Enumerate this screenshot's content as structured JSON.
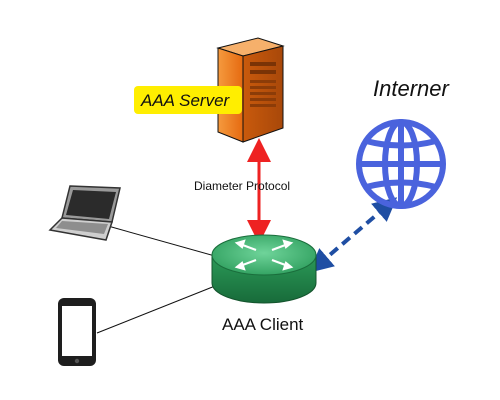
{
  "diagram": {
    "server_label": "AAA Server",
    "internet_label": "Interner",
    "protocol_label": "Diameter Protocol",
    "client_label": "AAA Client"
  },
  "colors": {
    "server_orange": "#f07a1e",
    "server_tag_yellow": "#ffee00",
    "protocol_red": "#ee2222",
    "internet_blue": "#4a63dd",
    "dashed_link_blue": "#1f4ea3",
    "router_green": "#2e9a5a"
  },
  "icons": [
    "server-icon",
    "globe-icon",
    "router-icon",
    "laptop-icon",
    "phone-icon"
  ]
}
